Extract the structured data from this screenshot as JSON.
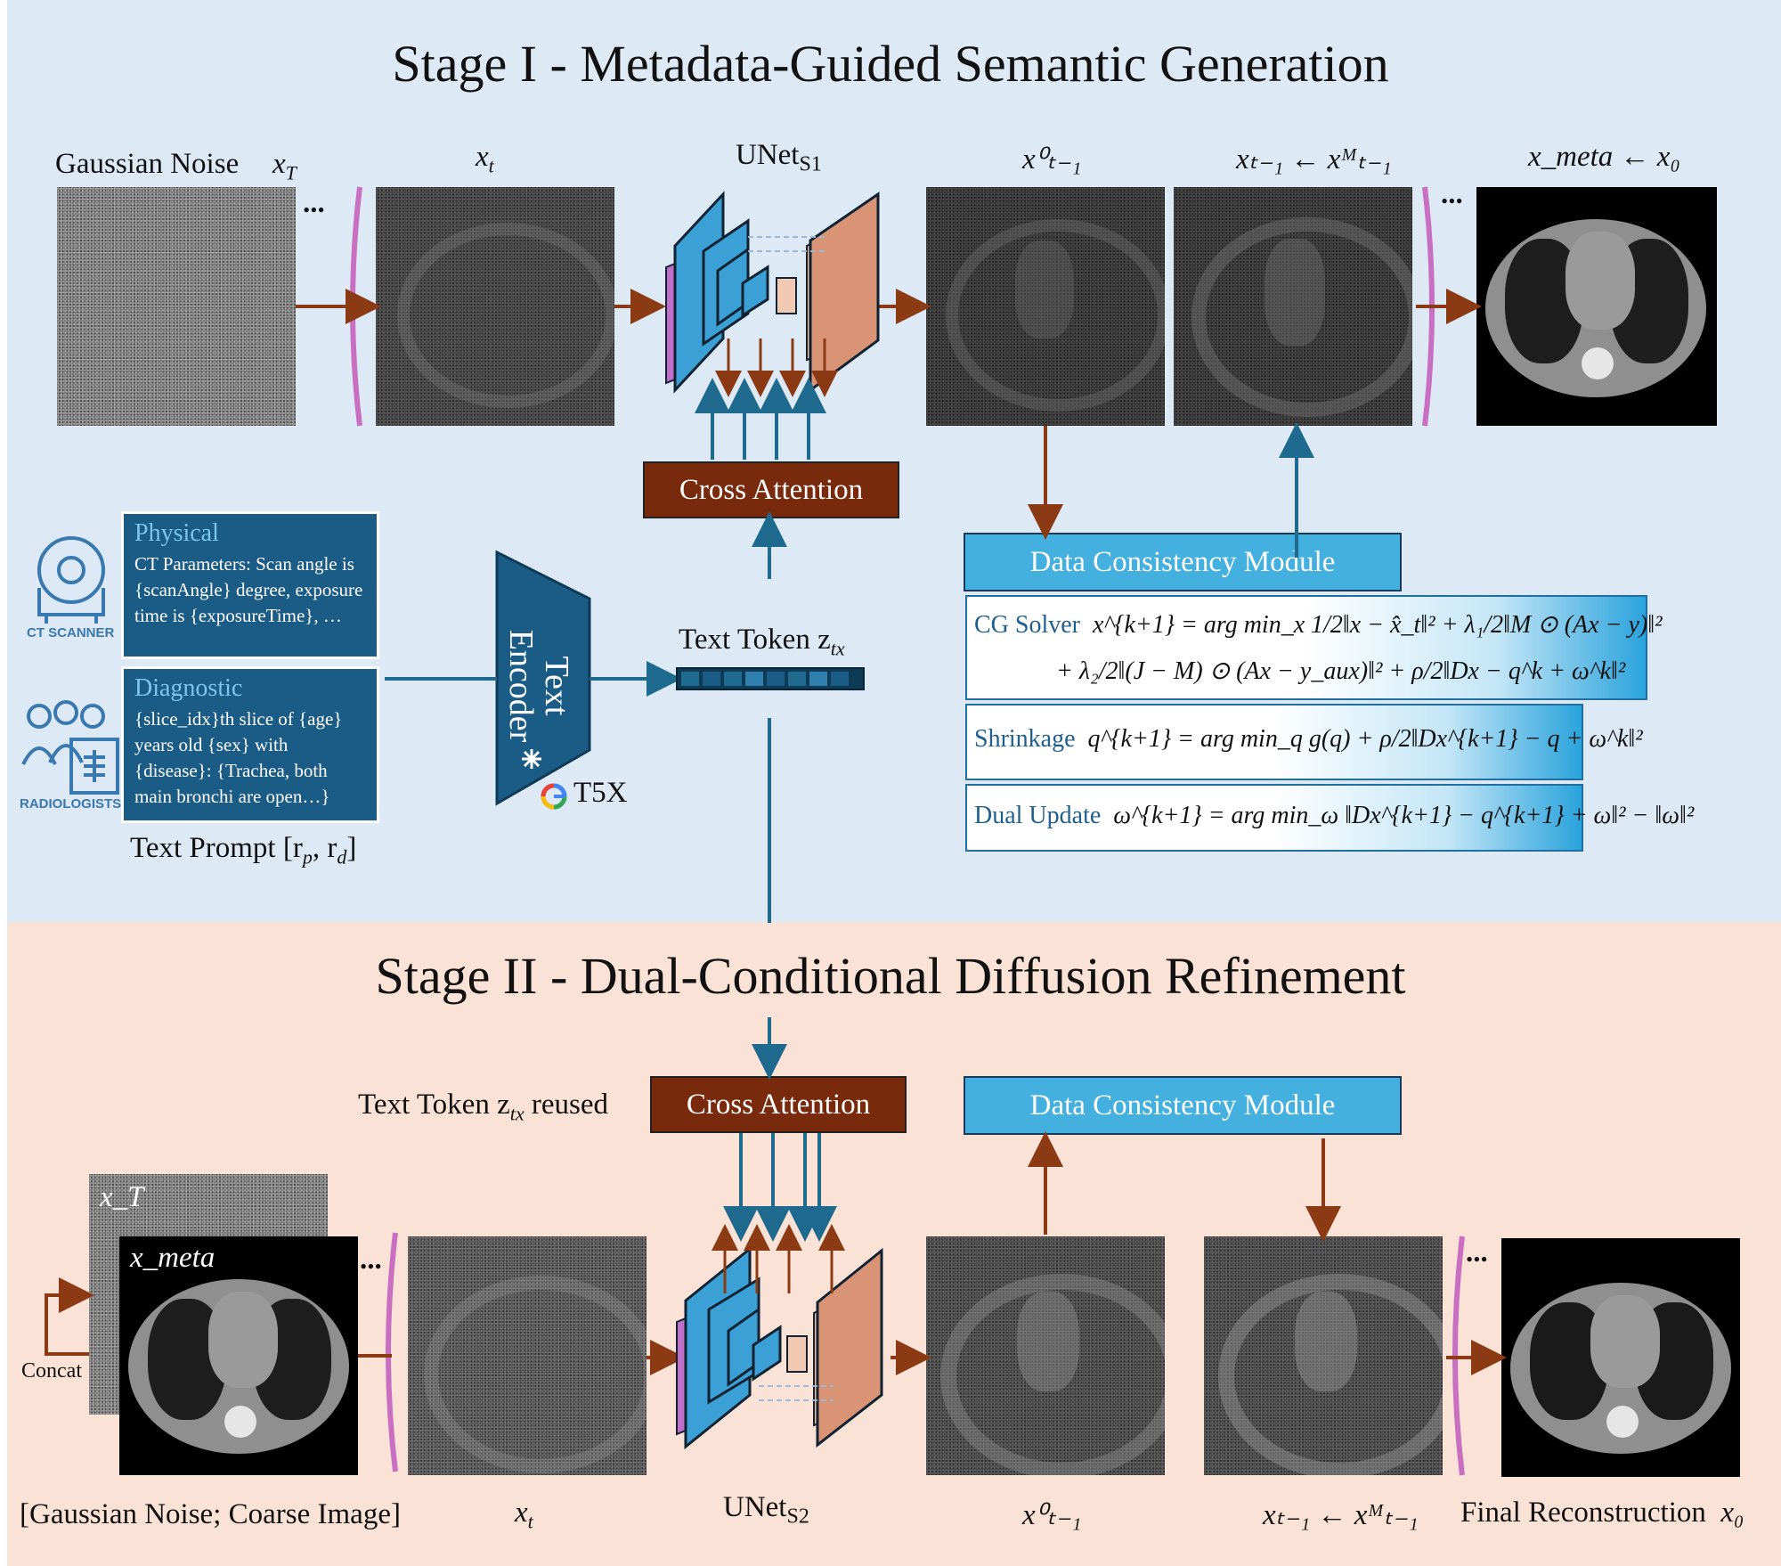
{
  "stage1": {
    "title": "Stage I - Metadata-Guided Semantic Generation",
    "gaussian_noise_label": "Gaussian Noise",
    "x_T": "x_T",
    "x_t": "x_t",
    "unet": "UNet",
    "unet_sub": "S1",
    "x_prev0": "x⁰ₜ₋₁",
    "x_prev_update": "xₜ₋₁ ← xᴹₜ₋₁",
    "x_meta": "x_meta ← x₀",
    "ellipsis": "...",
    "cross_attention": "Cross Attention",
    "text_token": "Text Token z",
    "text_token_sub": "tx",
    "text_encoder": "Text Encoder",
    "snowflake": "❄",
    "t5x": "T5X",
    "google_g": "G",
    "ct_scanner": "CT SCANNER",
    "radiologists": "RADIOLOGISTS",
    "physical_title": "Physical",
    "physical_text": "CT Parameters: Scan angle is {scanAngle} degree, exposure time is {exposureTime}, …",
    "diagnostic_title": "Diagnostic",
    "diagnostic_text": "{slice_idx}th slice of {age} years old {sex} with {disease}: {Trachea, both main bronchi are open…}",
    "text_prompt": "Text Prompt [r",
    "text_prompt_p": "p",
    "text_prompt_comma": ", r",
    "text_prompt_d": "d",
    "text_prompt_close": "]",
    "dcm": "Data Consistency Module",
    "cg_solver_label": "CG Solver",
    "cg_eq1": "x^{k+1} = arg min_x 1/2‖x − x̂_t‖² + λ₁/2‖M ⊙ (Ax − y)‖²",
    "cg_eq2": "+ λ₂/2‖(J − M) ⊙ (Ax − y_aux)‖² + ρ/2‖Dx − q^k + ω^k‖²",
    "shrinkage_label": "Shrinkage",
    "shrinkage_eq": "q^{k+1} = arg min_q g(q) + ρ/2‖Dx^{k+1} − q + ω^k‖²",
    "dual_label": "Dual Update",
    "dual_eq": "ω^{k+1} = arg min_ω ‖Dx^{k+1} − q^{k+1} + ω‖² − ‖ω‖²"
  },
  "stage2": {
    "title": "Stage II - Dual-Conditional Diffusion Refinement",
    "text_token_reused": "Text Token z",
    "text_token_reused_sub": "tx",
    "text_token_reused_tail": " reused",
    "cross_attention": "Cross Attention",
    "dcm": "Data Consistency Module",
    "x_T": "x_T",
    "x_meta": "x_meta",
    "concat": "Concat",
    "ellipsis": "...",
    "input_label": "[Gaussian Noise; Coarse Image]",
    "x_t": "x_t",
    "unet": "UNet",
    "unet_sub": "S2",
    "x_prev0": "x⁰ₜ₋₁",
    "x_prev_update": "xₜ₋₁ ← xᴹₜ₋₁",
    "final": "Final Reconstruction",
    "x0": "x₀"
  },
  "colors": {
    "stage1_bg": "#dde9f5",
    "stage2_bg": "#fae3d6",
    "brown_arrow": "#8b3a14",
    "blue_arrow": "#1f6b8f",
    "dcm_blue": "#44b0e0",
    "cross_attention_brown": "#7a2a0c",
    "bracket_pink": "#c86fc2"
  },
  "icons": [
    "ct-scanner-icon",
    "radiologists-icon",
    "google-icon",
    "snowflake-icon"
  ]
}
